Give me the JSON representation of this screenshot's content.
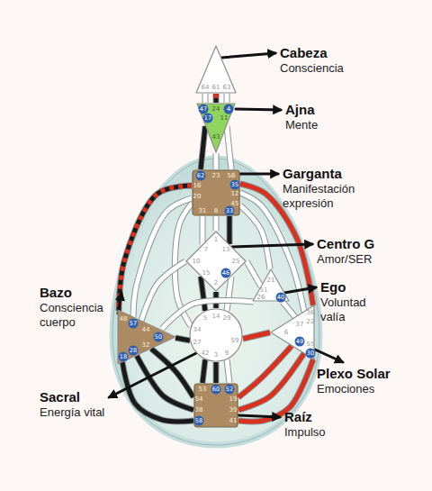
{
  "diagram": {
    "nodes": [
      {
        "text": [
          "64",
          "61",
          "63"
        ]
      },
      {
        "text": [
          "47",
          "24",
          "4",
          "17",
          "11",
          "43"
        ]
      },
      {
        "text": [
          "62",
          "23",
          "56",
          "16",
          "35",
          "20",
          "12",
          "45",
          "31",
          "8",
          "33"
        ]
      },
      {
        "text": [
          "1",
          "13",
          "7",
          "10",
          "25",
          "15",
          "46",
          "2"
        ]
      },
      {
        "text": [
          "21",
          "51",
          "26",
          "40"
        ]
      },
      {
        "text": [
          "48",
          "57",
          "44",
          "50",
          "32",
          "28",
          "18"
        ]
      },
      {
        "text": [
          "5",
          "14",
          "29",
          "34",
          "27",
          "59",
          "42",
          "3",
          "9"
        ]
      },
      {
        "text": [
          "36",
          "22",
          "37",
          "6",
          "49",
          "55",
          "30"
        ]
      },
      {
        "text": [
          "53",
          "60",
          "52",
          "54",
          "19",
          "38",
          "39",
          "58",
          "41"
        ]
      },
      {
        "text": [
          "Cabeza",
          "Consciencia"
        ]
      },
      {
        "text": [
          "Ajna",
          "Mente"
        ]
      },
      {
        "text": [
          "Garganta",
          "Manifestación expresión"
        ]
      },
      {
        "text": [
          "Centro G",
          "Amor/SER"
        ]
      },
      {
        "text": [
          "Ego",
          "Voluntad valía"
        ]
      },
      {
        "text": [
          "Bazo",
          "Consciencia cuerpo"
        ]
      },
      {
        "text": [
          "Plexo Solar",
          "Emociones"
        ]
      },
      {
        "text": [
          "Sacral",
          "Energía vital"
        ]
      },
      {
        "text": [
          "Raíz",
          "Impulso"
        ]
      }
    ],
    "edges": [
      {
        "from": 0,
        "to": 1,
        "arrow": "none"
      },
      {
        "from": 0,
        "to": 1,
        "arrow": "none"
      },
      {
        "from": 0,
        "to": 1,
        "arrow": "none"
      },
      {
        "from": 1,
        "to": 2,
        "arrow": "none"
      },
      {
        "from": 1,
        "to": 2,
        "arrow": "none"
      },
      {
        "from": 1,
        "to": 2,
        "arrow": "none"
      },
      {
        "from": 2,
        "to": 3,
        "arrow": "none"
      },
      {
        "from": 2,
        "to": 3,
        "arrow": "none"
      },
      {
        "from": 2,
        "to": 3,
        "arrow": "none"
      },
      {
        "from": 2,
        "to": 5,
        "arrow": "none"
      },
      {
        "from": 2,
        "to": 5,
        "arrow": "none"
      },
      {
        "from": 2,
        "to": 6,
        "arrow": "none"
      },
      {
        "from": 3,
        "to": 5,
        "arrow": "none"
      },
      {
        "from": 2,
        "to": 4,
        "arrow": "none"
      },
      {
        "from": 2,
        "to": 7,
        "arrow": "none"
      },
      {
        "from": 2,
        "to": 7,
        "arrow": "none"
      },
      {
        "from": 3,
        "to": 4,
        "arrow": "none"
      },
      {
        "from": 3,
        "to": 6,
        "arrow": "none"
      },
      {
        "from": 3,
        "to": 6,
        "arrow": "none"
      },
      {
        "from": 3,
        "to": 6,
        "arrow": "none"
      },
      {
        "from": 4,
        "to": 7,
        "arrow": "none"
      },
      {
        "from": 4,
        "to": 5,
        "arrow": "none"
      },
      {
        "from": 6,
        "to": 5,
        "arrow": "none"
      },
      {
        "from": 6,
        "to": 7,
        "arrow": "none"
      },
      {
        "from": 6,
        "to": 8,
        "arrow": "none"
      },
      {
        "from": 6,
        "to": 8,
        "arrow": "none"
      },
      {
        "from": 6,
        "to": 8,
        "arrow": "none"
      },
      {
        "from": 5,
        "to": 8,
        "arrow": "none"
      },
      {
        "from": 5,
        "to": 8,
        "arrow": "none"
      },
      {
        "from": 5,
        "to": 8,
        "arrow": "none"
      },
      {
        "from": 7,
        "to": 8,
        "arrow": "none"
      },
      {
        "from": 7,
        "to": 8,
        "arrow": "none"
      },
      {
        "from": 7,
        "to": 8,
        "arrow": "none"
      },
      {
        "from": 0,
        "to": 9,
        "arrow": "to"
      },
      {
        "from": 1,
        "to": 10,
        "arrow": "to"
      },
      {
        "from": 2,
        "to": 11,
        "arrow": "to"
      },
      {
        "from": 3,
        "to": 12,
        "arrow": "to"
      },
      {
        "from": 4,
        "to": 13,
        "arrow": "to"
      },
      {
        "from": 5,
        "to": 14,
        "arrow": "to"
      },
      {
        "from": 6,
        "to": 16,
        "arrow": "to"
      },
      {
        "from": 7,
        "to": 15,
        "arrow": "to"
      },
      {
        "from": 8,
        "to": 17,
        "arrow": "to"
      }
    ]
  }
}
